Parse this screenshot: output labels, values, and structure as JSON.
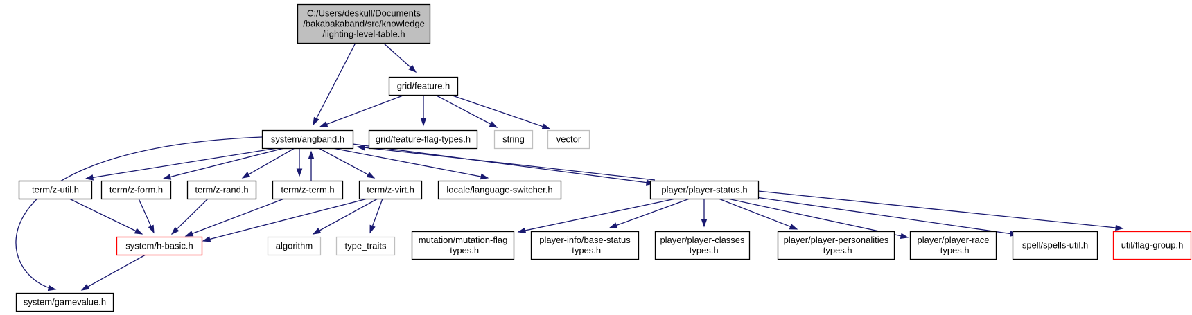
{
  "colors": {
    "edge": "#191970",
    "root_fill": "#bfbfbf",
    "normal_border": "#000000",
    "external_border": "#bfbfbf",
    "truncated_border": "#ff0000",
    "text": "#000000"
  },
  "nodes": [
    {
      "id": "root",
      "kind": "root",
      "lines": [
        "C:/Users/deskull/Documents",
        "/bakabakaband/src/knowledge",
        "/lighting-level-table.h"
      ]
    },
    {
      "id": "grid_feature",
      "kind": "normal",
      "lines": [
        "grid/feature.h"
      ]
    },
    {
      "id": "angband",
      "kind": "normal",
      "lines": [
        "system/angband.h"
      ]
    },
    {
      "id": "feature_flag_types",
      "kind": "normal",
      "lines": [
        "grid/feature-flag-types.h"
      ]
    },
    {
      "id": "string",
      "kind": "external",
      "lines": [
        "string"
      ]
    },
    {
      "id": "vector",
      "kind": "external",
      "lines": [
        "vector"
      ]
    },
    {
      "id": "z_util",
      "kind": "normal",
      "lines": [
        "term/z-util.h"
      ]
    },
    {
      "id": "z_form",
      "kind": "normal",
      "lines": [
        "term/z-form.h"
      ]
    },
    {
      "id": "z_rand",
      "kind": "normal",
      "lines": [
        "term/z-rand.h"
      ]
    },
    {
      "id": "z_term",
      "kind": "normal",
      "lines": [
        "term/z-term.h"
      ]
    },
    {
      "id": "z_virt",
      "kind": "normal",
      "lines": [
        "term/z-virt.h"
      ]
    },
    {
      "id": "language_switcher",
      "kind": "normal",
      "lines": [
        "locale/language-switcher.h"
      ]
    },
    {
      "id": "player_status",
      "kind": "normal",
      "lines": [
        "player/player-status.h"
      ]
    },
    {
      "id": "h_basic",
      "kind": "truncated",
      "lines": [
        "system/h-basic.h"
      ]
    },
    {
      "id": "algorithm",
      "kind": "external",
      "lines": [
        "algorithm"
      ]
    },
    {
      "id": "type_traits",
      "kind": "external",
      "lines": [
        "type_traits"
      ]
    },
    {
      "id": "mutation_flag_types",
      "kind": "normal",
      "lines": [
        "mutation/mutation-flag",
        "-types.h"
      ]
    },
    {
      "id": "base_status_types",
      "kind": "normal",
      "lines": [
        "player-info/base-status",
        "-types.h"
      ]
    },
    {
      "id": "player_classes_types",
      "kind": "normal",
      "lines": [
        "player/player-classes",
        "-types.h"
      ]
    },
    {
      "id": "player_personalities_types",
      "kind": "normal",
      "lines": [
        "player/player-personalities",
        "-types.h"
      ]
    },
    {
      "id": "player_race_types",
      "kind": "normal",
      "lines": [
        "player/player-race",
        "-types.h"
      ]
    },
    {
      "id": "spells_util",
      "kind": "normal",
      "lines": [
        "spell/spells-util.h"
      ]
    },
    {
      "id": "flag_group",
      "kind": "truncated",
      "lines": [
        "util/flag-group.h"
      ]
    },
    {
      "id": "gamevalue",
      "kind": "normal",
      "lines": [
        "system/gamevalue.h"
      ]
    }
  ],
  "edges": [
    {
      "from": "root",
      "to": "angband"
    },
    {
      "from": "root",
      "to": "grid_feature"
    },
    {
      "from": "grid_feature",
      "to": "angband"
    },
    {
      "from": "grid_feature",
      "to": "feature_flag_types"
    },
    {
      "from": "grid_feature",
      "to": "string"
    },
    {
      "from": "grid_feature",
      "to": "vector"
    },
    {
      "from": "angband",
      "to": "gamevalue"
    },
    {
      "from": "angband",
      "to": "z_util"
    },
    {
      "from": "angband",
      "to": "z_form"
    },
    {
      "from": "angband",
      "to": "z_rand"
    },
    {
      "from": "angband",
      "to": "z_term"
    },
    {
      "from": "z_term",
      "to": "angband"
    },
    {
      "from": "angband",
      "to": "z_virt"
    },
    {
      "from": "angband",
      "to": "language_switcher"
    },
    {
      "from": "angband",
      "to": "player_status"
    },
    {
      "from": "player_status",
      "to": "angband"
    },
    {
      "from": "z_util",
      "to": "h_basic"
    },
    {
      "from": "z_form",
      "to": "h_basic"
    },
    {
      "from": "z_rand",
      "to": "h_basic"
    },
    {
      "from": "z_term",
      "to": "h_basic"
    },
    {
      "from": "z_virt",
      "to": "h_basic"
    },
    {
      "from": "z_virt",
      "to": "algorithm"
    },
    {
      "from": "z_virt",
      "to": "type_traits"
    },
    {
      "from": "h_basic",
      "to": "gamevalue"
    },
    {
      "from": "player_status",
      "to": "mutation_flag_types"
    },
    {
      "from": "player_status",
      "to": "base_status_types"
    },
    {
      "from": "player_status",
      "to": "player_classes_types"
    },
    {
      "from": "player_status",
      "to": "player_personalities_types"
    },
    {
      "from": "player_status",
      "to": "player_race_types"
    },
    {
      "from": "player_status",
      "to": "spells_util"
    },
    {
      "from": "player_status",
      "to": "flag_group"
    }
  ]
}
